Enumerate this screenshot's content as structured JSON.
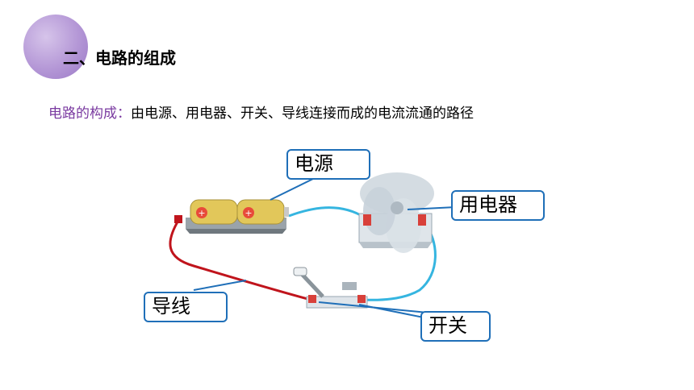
{
  "header": {
    "title": "二、电路的组成"
  },
  "definition": {
    "term": "电路的构成：",
    "text": "由电源、用电器、开关、导线连接而成的电流流通的路径"
  },
  "labels": {
    "power_source": "电源",
    "appliance": "用电器",
    "wire": "导线",
    "switch": "开关"
  },
  "colors": {
    "accent_purple": "#7a3aa0",
    "callout_border": "#1f6fb8",
    "wire_red": "#c0141c",
    "wire_blue": "#35b5e0"
  }
}
